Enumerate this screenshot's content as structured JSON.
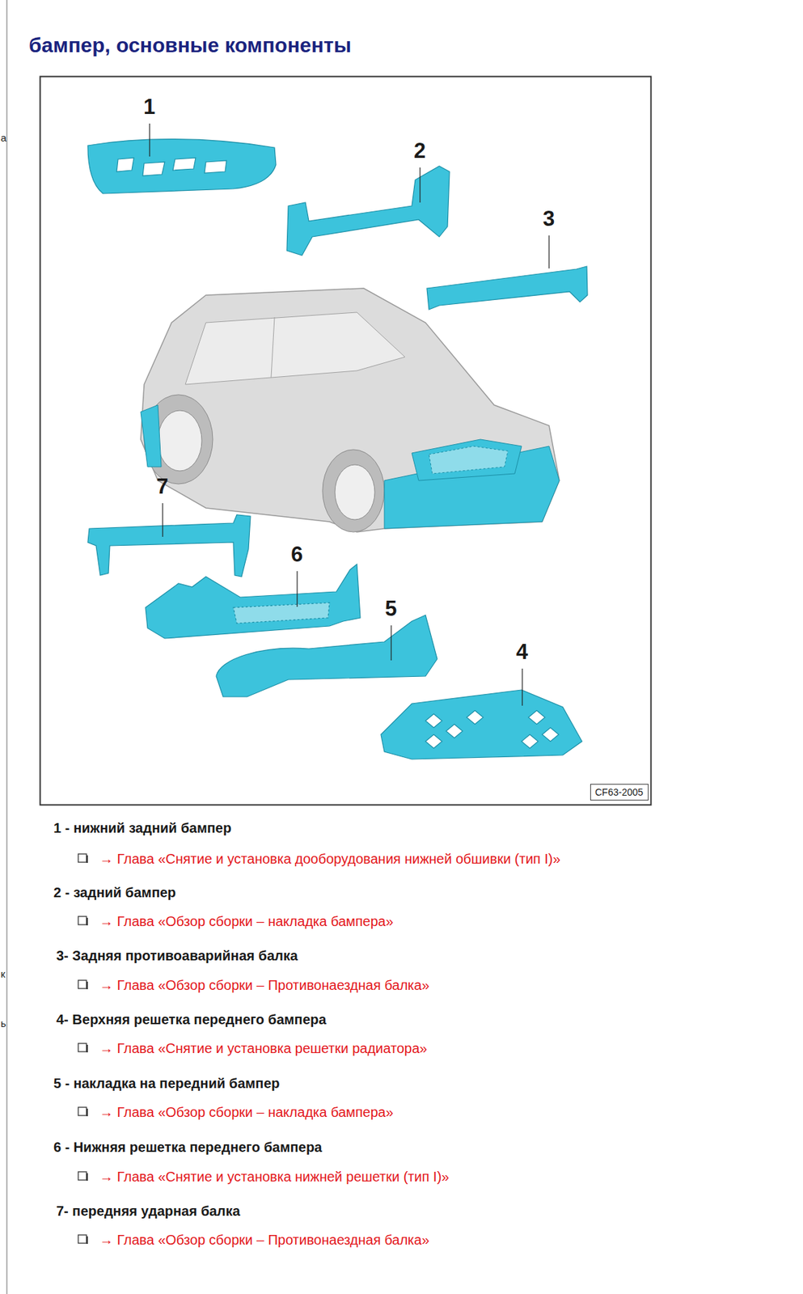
{
  "diagram": {
    "title": "бампер, основные компоненты",
    "nodes": [
      {
        "text": [
          "CF63-2005"
        ]
      }
    ],
    "labels": [
      "а",
      "1",
      "2",
      "3",
      "7",
      "6",
      "5",
      "4",
      "1 - нижний задний бампер",
      "→ Глава «Снятие и установка дооборудования нижней обшивки (тип I)»",
      "2 - задний бампер",
      "→ Глава «Обзор сборки – накладка бампера»",
      "3- Задняя противоаварийная балка",
      "→ Глава «Обзор сборки – Противонаездная балка»",
      "к",
      "4- Верхняя решетка переднего бампера",
      "→ Глава «Снятие и установка решетки радиатора»",
      "ь",
      "5 - накладка на передний бампер",
      "→ Глава «Обзор сборки – накладка бампера»",
      "6 - Нижняя решетка переднего бампера",
      "→ Глава «Снятие и установка нижней решетки (тип I)»",
      "7- передняя ударная балка",
      "→ Глава «Обзор сборки – Противонаездная балка»"
    ]
  }
}
